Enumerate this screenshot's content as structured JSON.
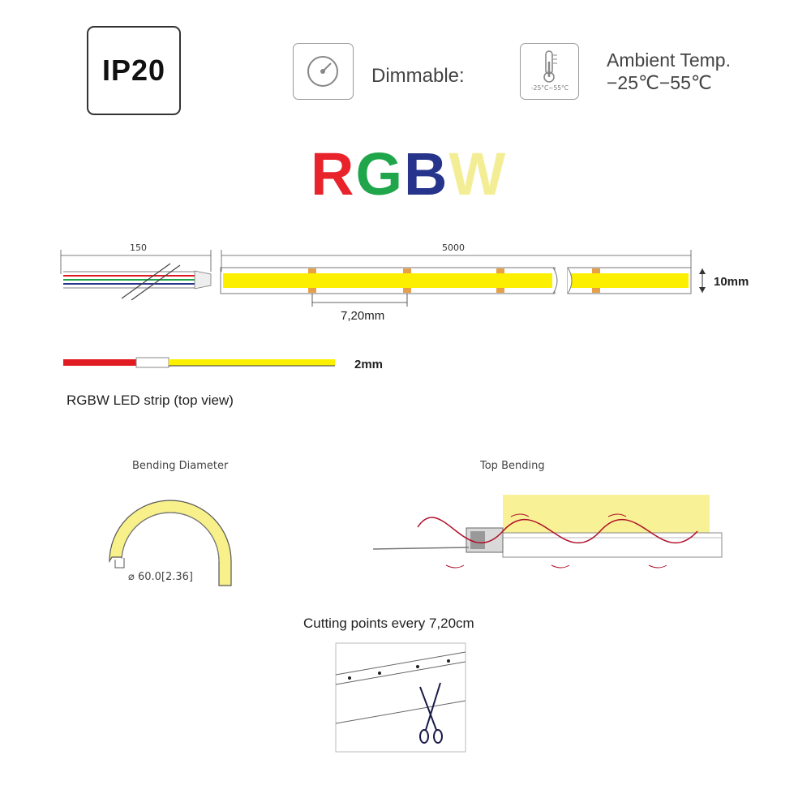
{
  "header": {
    "ip_rating": "IP20",
    "dimmable_label": "Dimmable:",
    "temp_icon_range": "-25°C~55°C",
    "ambient_title": "Ambient Temp.",
    "ambient_range": "−25℃−55℃"
  },
  "rgbw_letters": [
    {
      "char": "R",
      "color": "#e8232b"
    },
    {
      "char": "G",
      "color": "#1fa54a"
    },
    {
      "char": "B",
      "color": "#27348b"
    },
    {
      "char": "W",
      "color": "#f3ee96"
    }
  ],
  "top_view": {
    "cable_length": "150",
    "strip_length": "5000",
    "led_pitch": "7,20mm",
    "strip_width": "10mm",
    "cable_thickness": "2mm",
    "caption": "RGBW LED strip (top view)"
  },
  "bending": {
    "diameter_title": "Bending Diameter",
    "diameter_value": "⌀ 60.0[2.36]",
    "top_title": "Top Bending"
  },
  "cutting": {
    "caption": "Cutting points every 7,20cm"
  },
  "colors": {
    "strip_yellow": "#fcf000",
    "cable_red": "#e01b22",
    "light_yellow": "#f8f08a",
    "wave_red": "#b0102a"
  }
}
